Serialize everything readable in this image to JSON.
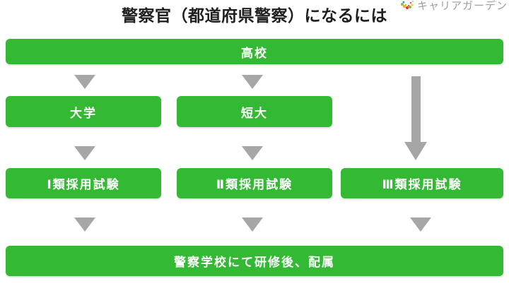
{
  "page": {
    "title": "警察官（都道府県警察）になるには",
    "logo_text": "キャリアガーデン"
  },
  "colors": {
    "box_green": "#33b933",
    "arrow_gray": "#a6a6a6",
    "title_color": "#1f1f1f",
    "logo_gray": "#9e9e9e"
  },
  "flowchart": {
    "highschool": {
      "label": "高校"
    },
    "paths": [
      {
        "label": "大学"
      },
      {
        "label": "短大"
      }
    ],
    "exams": [
      {
        "label": "Ⅰ類採用試験"
      },
      {
        "label": "Ⅱ類採用試験"
      },
      {
        "label": "Ⅲ類採用試験"
      }
    ],
    "final": {
      "label": "警察学校にて研修後、配属"
    }
  }
}
